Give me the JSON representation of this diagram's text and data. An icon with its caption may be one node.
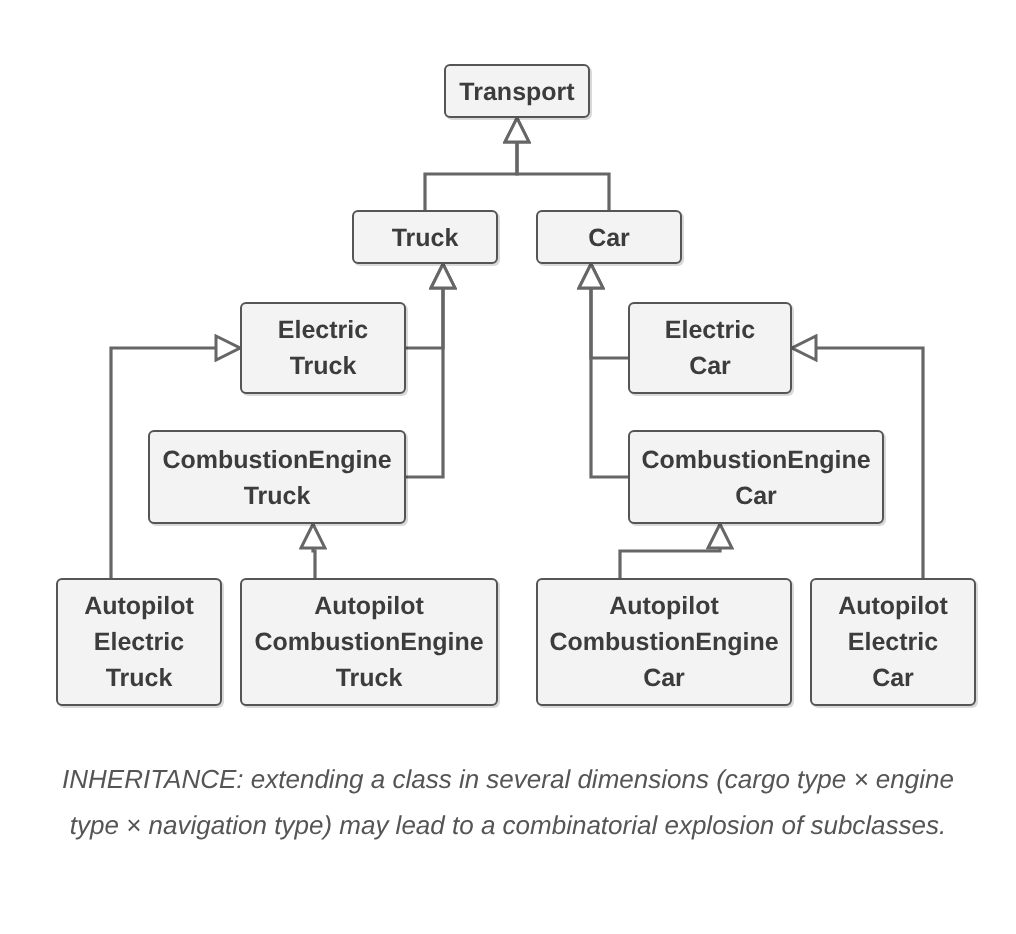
{
  "diagram": {
    "caption": "INHERITANCE: extending a class in several dimensions (cargo type × engine type × navigation type) may lead to a combinatorial explosion of subclasses.",
    "nodes": [
      {
        "text": [
          "Transport"
        ]
      },
      {
        "text": [
          "Truck"
        ]
      },
      {
        "text": [
          "Car"
        ]
      },
      {
        "text": [
          "Electric Truck"
        ]
      },
      {
        "text": [
          "Electric Car"
        ]
      },
      {
        "text": [
          "CombustionEngine Truck"
        ]
      },
      {
        "text": [
          "CombustionEngine Car"
        ]
      },
      {
        "text": [
          "Autopilot Electric Truck"
        ]
      },
      {
        "text": [
          "Autopilot CombustionEngine Truck"
        ]
      },
      {
        "text": [
          "Autopilot CombustionEngine Car"
        ]
      },
      {
        "text": [
          "Autopilot Electric Car"
        ]
      }
    ],
    "edges": [
      {
        "from": 1,
        "to": 0,
        "arrow": "to"
      },
      {
        "from": 2,
        "to": 0,
        "arrow": "to"
      },
      {
        "from": 3,
        "to": 1,
        "arrow": "to"
      },
      {
        "from": 5,
        "to": 1,
        "arrow": "to"
      },
      {
        "from": 4,
        "to": 2,
        "arrow": "to"
      },
      {
        "from": 6,
        "to": 2,
        "arrow": "to"
      },
      {
        "from": 7,
        "to": 3,
        "arrow": "to"
      },
      {
        "from": 8,
        "to": 5,
        "arrow": "to"
      },
      {
        "from": 9,
        "to": 6,
        "arrow": "to"
      },
      {
        "from": 10,
        "to": 4,
        "arrow": "to"
      }
    ]
  }
}
